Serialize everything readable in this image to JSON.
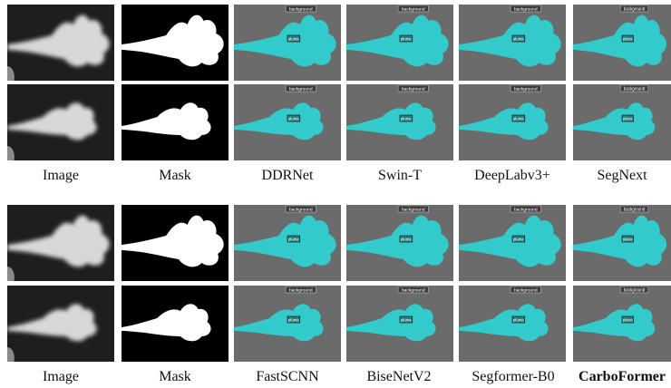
{
  "figure": {
    "top_block": {
      "captions": [
        "Image",
        "Mask",
        "DDRNet",
        "Swin-T",
        "DeepLabv3+",
        "SegNext"
      ]
    },
    "bottom_block": {
      "captions": [
        "Image",
        "Mask",
        "FastSCNN",
        "BiseNetV2",
        "Segformer-B0",
        "CarboFormer"
      ]
    },
    "tile_labels": {
      "background": "background",
      "plume": "plume"
    },
    "colors": {
      "overlay_background": "#6b6b6b",
      "plume_overlay": "#2fd0d0",
      "mask_foreground": "#ffffff",
      "mask_background": "#000000"
    }
  }
}
